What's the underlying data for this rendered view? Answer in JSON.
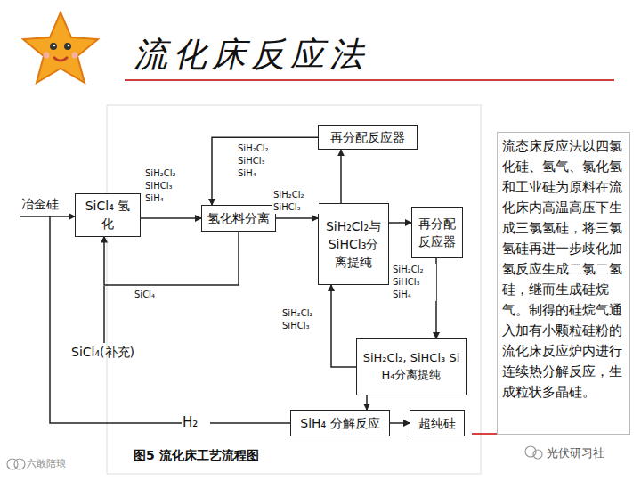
{
  "diagram": {
    "title": "流化床反应法",
    "caption": "图5 流化床工艺流程图",
    "nodes": [
      {
        "text": [
          "SiCl₄ 氢化"
        ]
      },
      {
        "text": [
          "氢化料分离"
        ]
      },
      {
        "text": [
          "再分配反应器"
        ]
      },
      {
        "text": [
          "SiH₂Cl₂与SiHCl₃分离提纯"
        ]
      },
      {
        "text": [
          "再分配反应器"
        ]
      },
      {
        "text": [
          "SiH₂Cl₂, SiHCl₃ SiH₄分离提纯"
        ]
      },
      {
        "text": [
          "SiH₄ 分解反应"
        ]
      },
      {
        "text": [
          "超纯硅"
        ]
      },
      {
        "text": [
          "流态床反应法以四氯化硅、氢气、氯化氢和工业硅为原料在流化床内高温高压下生成三氯氢硅，将三氯氢硅再进一步歧化加氢反应生成二氯二氢硅，继而生成硅烷气。制得的硅烷气通入加有小颗粒硅粉的流化床反应炉内进行连续热分解反应，生成粒状多晶硅。"
        ]
      }
    ],
    "edges": [
      {
        "from": 0,
        "to": 1,
        "arrow": "to",
        "label": "SiH₂Cl₂ SiHCl₃ SiH₄"
      },
      {
        "from": 1,
        "to": 3,
        "arrow": "to",
        "label": "SiH₂Cl₂ SiHCl₃"
      },
      {
        "from": 1,
        "to": 0,
        "arrow": "to",
        "label": "SiCl₄"
      },
      {
        "from": 2,
        "to": 1,
        "arrow": "to",
        "label": "SiH₂Cl₂ SiHCl₃ SiH₄"
      },
      {
        "from": 3,
        "to": 2,
        "arrow": "to"
      },
      {
        "from": 3,
        "to": 4,
        "arrow": "to"
      },
      {
        "from": 4,
        "to": 5,
        "arrow": "to",
        "label": "SiH₂Cl₂ SiHCl₃ SiH₄"
      },
      {
        "from": 5,
        "to": 3,
        "arrow": "to",
        "label": "SiH₂Cl₂ SiHCl₃"
      },
      {
        "from": 5,
        "to": 6,
        "arrow": "to"
      },
      {
        "from": 6,
        "to": 7,
        "arrow": "to"
      },
      {
        "from": 6,
        "to": 0,
        "arrow": "to",
        "label": "H₂"
      }
    ],
    "labels": [
      "冶金硅",
      "SiCl₄(补充)",
      "六敢陪琅",
      "光伏研习社"
    ]
  }
}
